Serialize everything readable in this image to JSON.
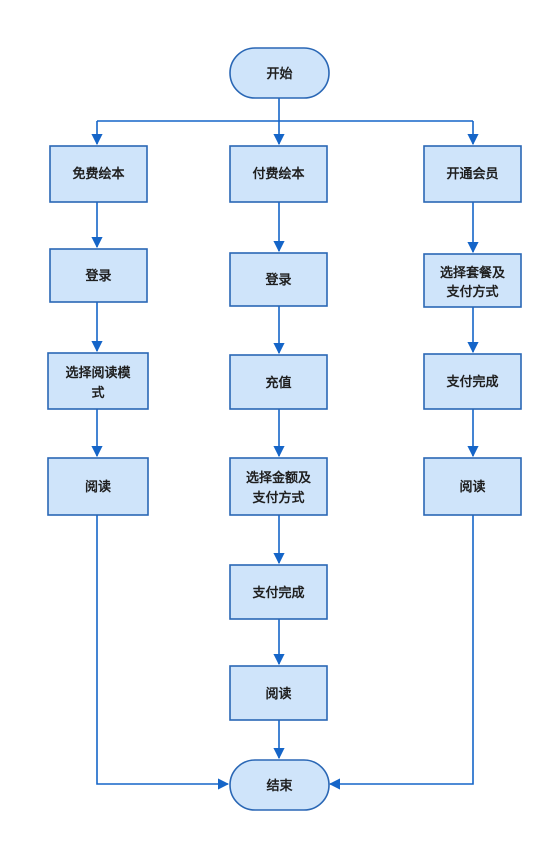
{
  "nodes": {
    "start": "开始",
    "free_book": "免费绘本",
    "paid_book": "付费绘本",
    "membership": "开通会员",
    "login_free": "登录",
    "login_paid": "登录",
    "choose_plan_line1": "选择套餐及",
    "choose_plan_line2": "支付方式",
    "choose_mode_line1": "选择阅读模",
    "choose_mode_line2": "式",
    "recharge": "充值",
    "pay_done_member": "支付完成",
    "read_free": "阅读",
    "choose_amount_line1": "选择金额及",
    "choose_amount_line2": "支付方式",
    "read_member": "阅读",
    "pay_done_paid": "支付完成",
    "read_paid": "阅读",
    "end": "结束"
  },
  "colors": {
    "node_fill": "#cfe4fa",
    "node_border": "#2a67b5",
    "edge": "#1565c8",
    "text": "#1f1f1f",
    "watermark": "#bfbfbf"
  }
}
